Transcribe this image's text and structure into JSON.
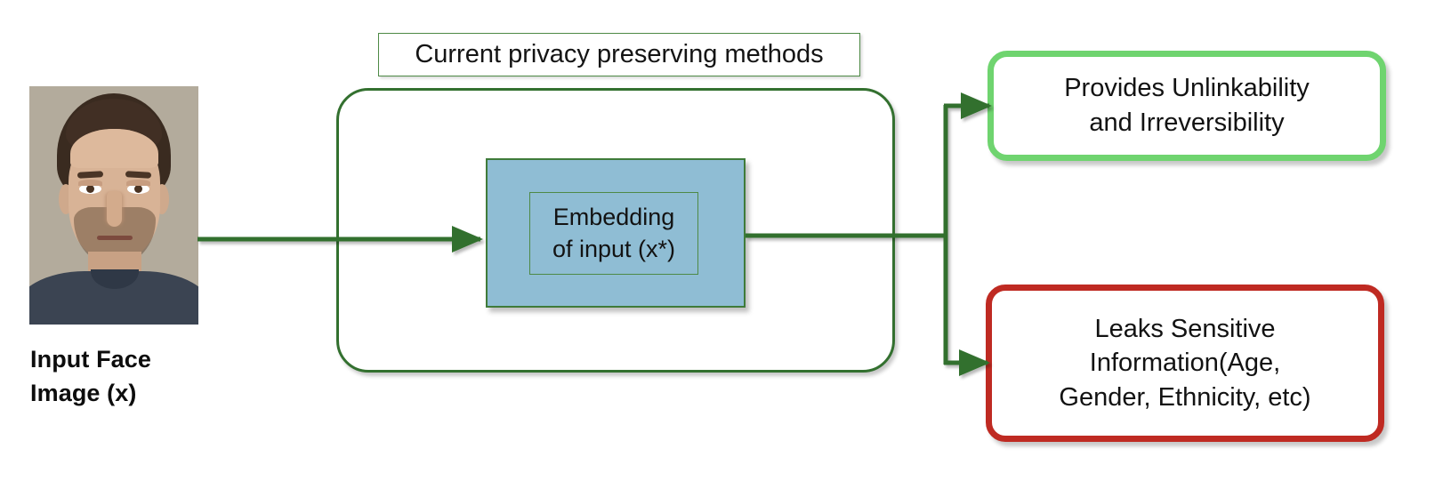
{
  "diagram": {
    "title_box": {
      "label": "Current privacy preserving methods"
    },
    "input": {
      "caption_line1": "Input Face",
      "caption_line2": "Image (x)",
      "photo_alt": "face-photo"
    },
    "embedding": {
      "line1": "Embedding",
      "line2": "of input (x*)"
    },
    "outcomes": [
      {
        "id": "positive",
        "line1": "Provides Unlinkability",
        "line2": "and Irreversibility",
        "border_color": "#6fd46f"
      },
      {
        "id": "negative",
        "line1": "Leaks Sensitive",
        "line2": "Information(Age,",
        "line3": "Gender, Ethnicity, etc)",
        "border_color": "#bf2a22"
      }
    ],
    "colors": {
      "arrow_green": "#33702f",
      "container_border": "#33702f",
      "embedding_fill": "#8fbdd4",
      "embedding_border": "#3f7b3a",
      "title_border": "#4e8a46",
      "positive_border": "#6fd46f",
      "negative_border": "#bf2a22",
      "text": "#121212",
      "background": "#ffffff"
    }
  }
}
